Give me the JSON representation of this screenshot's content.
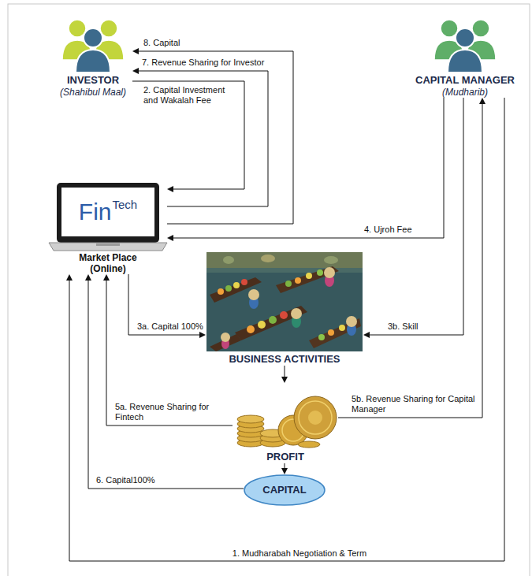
{
  "diagram": {
    "nodes": [
      {
        "text": [
          "INVESTOR",
          "(Shahibul Maal)"
        ]
      },
      {
        "text": [
          "CAPITAL MANAGER",
          "(Mudharib)"
        ]
      },
      {
        "text": [
          "Fin",
          "Tech",
          "Market Place (Online)"
        ]
      },
      {
        "text": [
          "BUSINESS ACTIVITIES"
        ]
      },
      {
        "text": [
          "PROFIT"
        ]
      },
      {
        "text": [
          "CAPITAL"
        ]
      }
    ],
    "edges": [
      {
        "from": 1,
        "to": 2,
        "arrow": "to",
        "label": "1. Mudharabah Negotiation & Term"
      },
      {
        "from": 0,
        "to": 2,
        "arrow": "to",
        "label": "2. Capital Investment and Wakalah Fee"
      },
      {
        "from": 2,
        "to": 3,
        "arrow": "to",
        "label": "3a. Capital 100%"
      },
      {
        "from": 1,
        "to": 3,
        "arrow": "to",
        "label": "3b. Skill"
      },
      {
        "from": 1,
        "to": 2,
        "arrow": "to",
        "label": "4. Ujroh Fee"
      },
      {
        "from": 4,
        "to": 2,
        "arrow": "to",
        "label": "5a. Revenue Sharing for Fintech"
      },
      {
        "from": 4,
        "to": 1,
        "arrow": "to",
        "label": "5b. Revenue Sharing for Capital Manager"
      },
      {
        "from": 5,
        "to": 2,
        "arrow": "to",
        "label": "6. Capital100%"
      },
      {
        "from": 2,
        "to": 0,
        "arrow": "to",
        "label": "7. Revenue Sharing for Investor"
      },
      {
        "from": 2,
        "to": 0,
        "arrow": "to",
        "label": "8. Capital"
      },
      {
        "from": 3,
        "to": 4,
        "arrow": "to"
      },
      {
        "from": 4,
        "to": 5,
        "arrow": "to"
      }
    ]
  }
}
